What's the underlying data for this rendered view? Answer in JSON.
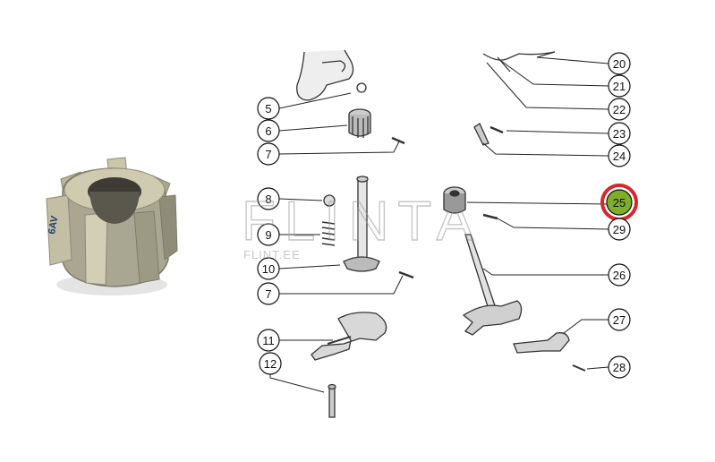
{
  "watermark": {
    "brand": "FLINTA",
    "domain": "FLINT.EE"
  },
  "photo": {
    "label": "6AV"
  },
  "callouts": [
    "5",
    "6",
    "7",
    "8",
    "9",
    "10",
    "7",
    "11",
    "12",
    "20",
    "21",
    "22",
    "23",
    "24",
    "25",
    "29",
    "26",
    "27",
    "28"
  ],
  "highlighted_callout": "25",
  "colors": {
    "highlight_ring": "#d6262e",
    "highlight_fill": "#7fae2a",
    "line": "#222222",
    "part": "#555555"
  }
}
